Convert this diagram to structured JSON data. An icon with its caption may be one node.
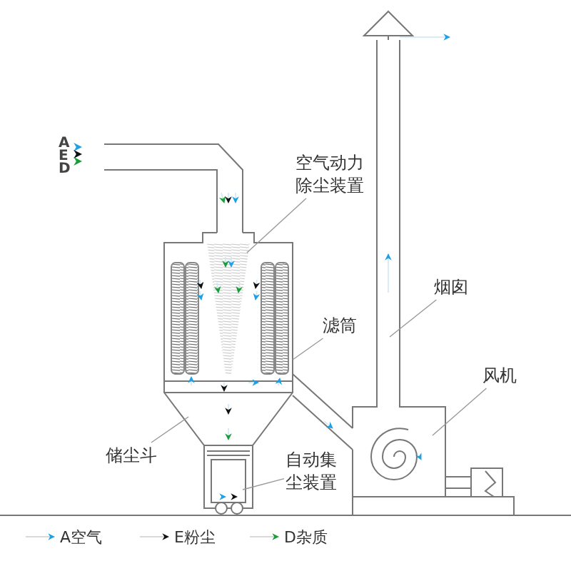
{
  "diagram": {
    "nodes": [
      {
        "text": [
          "空气动力除尘装置"
        ]
      },
      {
        "text": [
          "滤筒"
        ]
      },
      {
        "text": [
          "烟囱"
        ]
      },
      {
        "text": [
          "风机"
        ]
      },
      {
        "text": [
          "储尘斗"
        ]
      },
      {
        "text": [
          "自动集尘装置"
        ]
      }
    ],
    "edges": [
      {
        "from": 0,
        "to": null,
        "arrow": "none"
      },
      {
        "from": 1,
        "to": null,
        "arrow": "none"
      },
      {
        "from": 2,
        "to": null,
        "arrow": "none"
      },
      {
        "from": 3,
        "to": null,
        "arrow": "none"
      },
      {
        "from": 4,
        "to": null,
        "arrow": "none"
      },
      {
        "from": 5,
        "to": null,
        "arrow": "none"
      }
    ],
    "labels": [
      "A",
      "E",
      "D"
    ],
    "legend": [
      {
        "text": "A空气"
      },
      {
        "text": "E粉尘"
      },
      {
        "text": "D杂质"
      }
    ]
  }
}
